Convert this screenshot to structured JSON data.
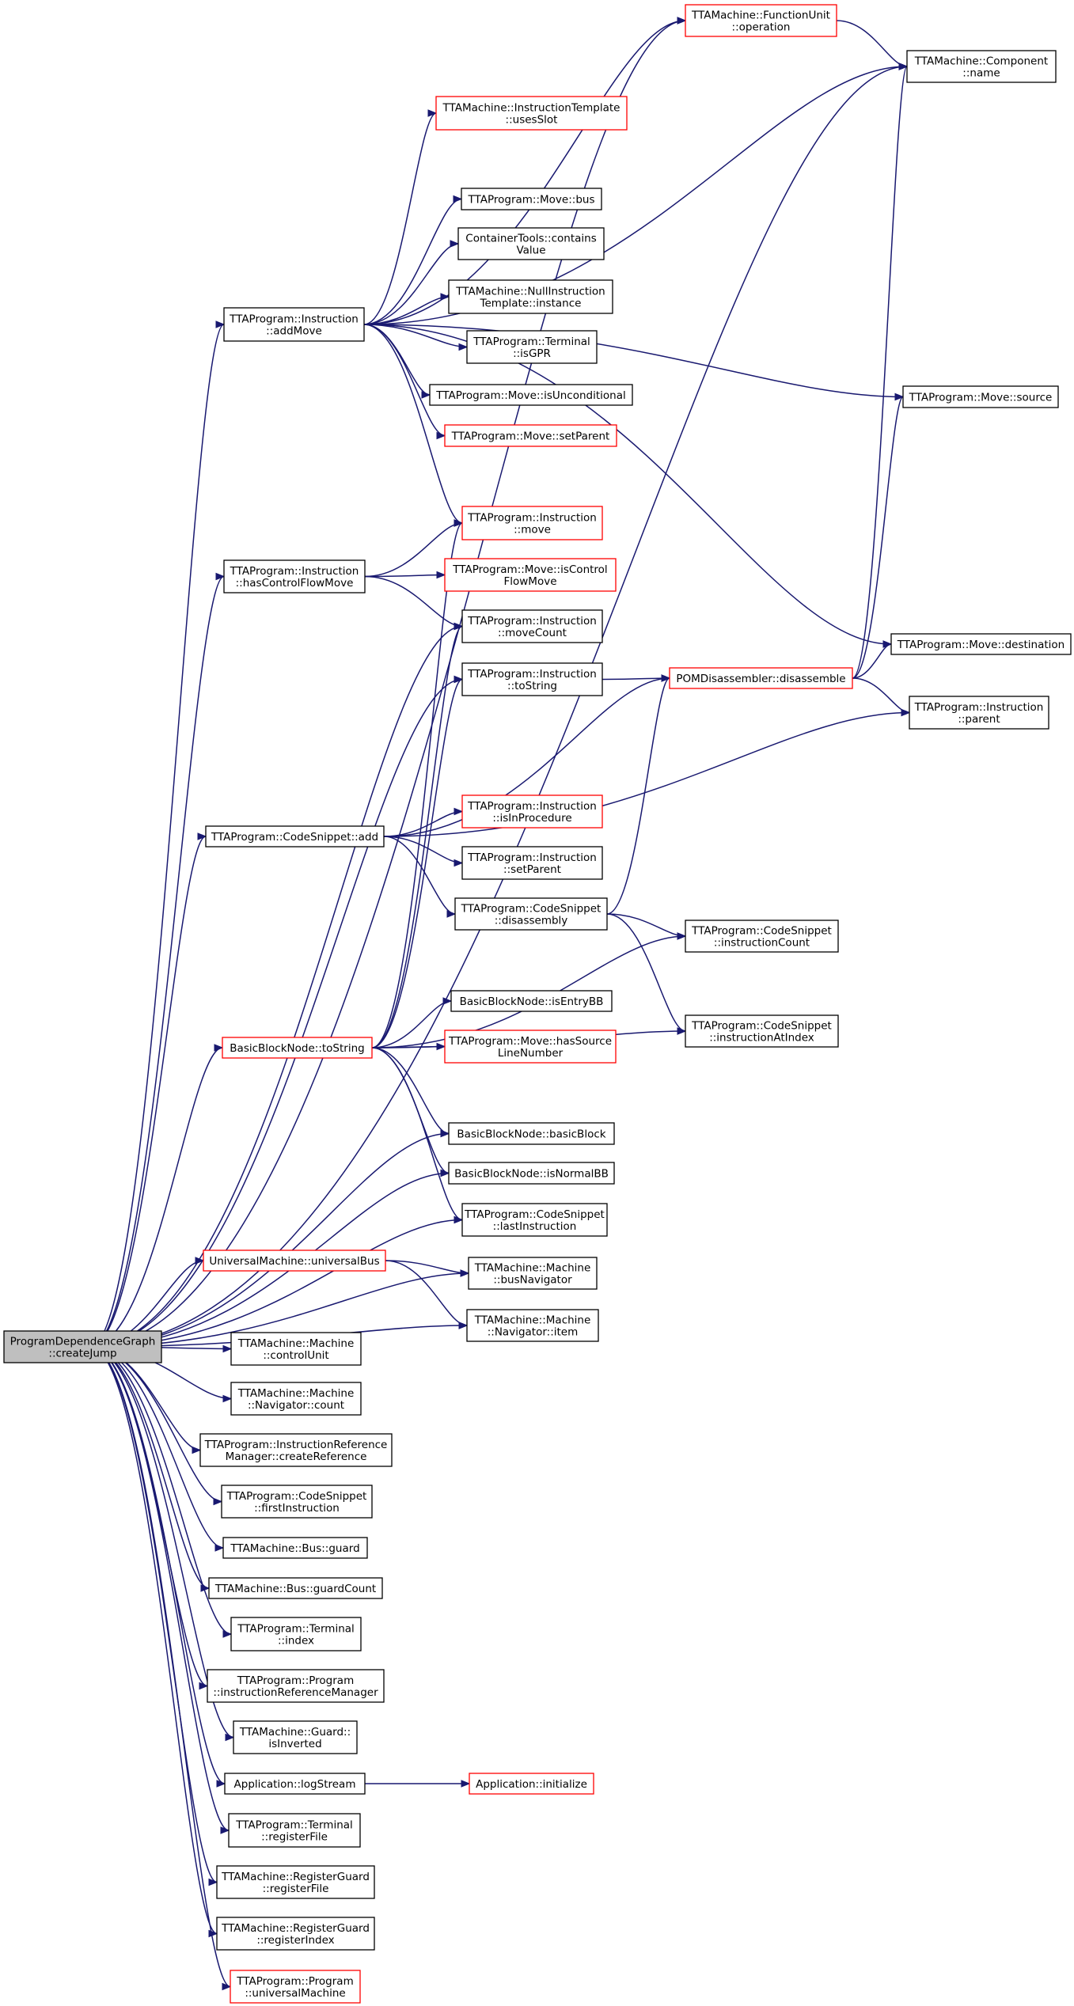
{
  "nodes": [
    {
      "id": "root",
      "lines": [
        "ProgramDependenceGraph",
        "::createJump"
      ],
      "style": "root"
    },
    {
      "id": "fu_op",
      "lines": [
        "TTAMachine::FunctionUnit",
        "::operation"
      ],
      "style": "red"
    },
    {
      "id": "comp_name",
      "lines": [
        "TTAMachine::Component",
        "::name"
      ],
      "style": "normal"
    },
    {
      "id": "it_usesslot",
      "lines": [
        "TTAMachine::InstructionTemplate",
        "::usesSlot"
      ],
      "style": "red"
    },
    {
      "id": "move_bus",
      "lines": [
        "TTAProgram::Move::bus"
      ],
      "style": "normal"
    },
    {
      "id": "ct_contains",
      "lines": [
        "ContainerTools::contains",
        "Value"
      ],
      "style": "normal"
    },
    {
      "id": "nullit",
      "lines": [
        "TTAMachine::NullInstruction",
        "Template::instance"
      ],
      "style": "normal"
    },
    {
      "id": "instr_addmove",
      "lines": [
        "TTAProgram::Instruction",
        "::addMove"
      ],
      "style": "normal"
    },
    {
      "id": "term_isgpr",
      "lines": [
        "TTAProgram::Terminal",
        "::isGPR"
      ],
      "style": "normal"
    },
    {
      "id": "move_isuncond",
      "lines": [
        "TTAProgram::Move::isUnconditional"
      ],
      "style": "normal"
    },
    {
      "id": "move_source",
      "lines": [
        "TTAProgram::Move::source"
      ],
      "style": "normal"
    },
    {
      "id": "move_setparent",
      "lines": [
        "TTAProgram::Move::setParent"
      ],
      "style": "red"
    },
    {
      "id": "instr_move",
      "lines": [
        "TTAProgram::Instruction",
        "::move"
      ],
      "style": "red"
    },
    {
      "id": "instr_hascfm",
      "lines": [
        "TTAProgram::Instruction",
        "::hasControlFlowMove"
      ],
      "style": "normal"
    },
    {
      "id": "move_iscfm",
      "lines": [
        "TTAProgram::Move::isControl",
        "FlowMove"
      ],
      "style": "red"
    },
    {
      "id": "instr_movecount",
      "lines": [
        "TTAProgram::Instruction",
        "::moveCount"
      ],
      "style": "normal"
    },
    {
      "id": "move_dest",
      "lines": [
        "TTAProgram::Move::destination"
      ],
      "style": "normal"
    },
    {
      "id": "instr_tostring",
      "lines": [
        "TTAProgram::Instruction",
        "::toString"
      ],
      "style": "normal"
    },
    {
      "id": "pom_disasm",
      "lines": [
        "POMDisassembler::disassemble"
      ],
      "style": "red"
    },
    {
      "id": "instr_parent",
      "lines": [
        "TTAProgram::Instruction",
        "::parent"
      ],
      "style": "normal"
    },
    {
      "id": "instr_isinproc",
      "lines": [
        "TTAProgram::Instruction",
        "::isInProcedure"
      ],
      "style": "red"
    },
    {
      "id": "cs_add",
      "lines": [
        "TTAProgram::CodeSnippet::add"
      ],
      "style": "normal"
    },
    {
      "id": "instr_setparent",
      "lines": [
        "TTAProgram::Instruction",
        "::setParent"
      ],
      "style": "normal"
    },
    {
      "id": "cs_disasm",
      "lines": [
        "TTAProgram::CodeSnippet",
        "::disassembly"
      ],
      "style": "normal"
    },
    {
      "id": "cs_instrcount",
      "lines": [
        "TTAProgram::CodeSnippet",
        "::instructionCount"
      ],
      "style": "normal"
    },
    {
      "id": "bbn_isentry",
      "lines": [
        "BasicBlockNode::isEntryBB"
      ],
      "style": "normal"
    },
    {
      "id": "cs_instratindex",
      "lines": [
        "TTAProgram::CodeSnippet",
        "::instructionAtIndex"
      ],
      "style": "normal"
    },
    {
      "id": "bbn_tostring",
      "lines": [
        "BasicBlockNode::toString"
      ],
      "style": "red"
    },
    {
      "id": "move_hassrcline",
      "lines": [
        "TTAProgram::Move::hasSource",
        "LineNumber"
      ],
      "style": "red"
    },
    {
      "id": "bbn_bb",
      "lines": [
        "BasicBlockNode::basicBlock"
      ],
      "style": "normal"
    },
    {
      "id": "bbn_isnormal",
      "lines": [
        "BasicBlockNode::isNormalBB"
      ],
      "style": "normal"
    },
    {
      "id": "cs_lastinstr",
      "lines": [
        "TTAProgram::CodeSnippet",
        "::lastInstruction"
      ],
      "style": "normal"
    },
    {
      "id": "um_ubus",
      "lines": [
        "UniversalMachine::universalBus"
      ],
      "style": "red"
    },
    {
      "id": "m_busnav",
      "lines": [
        "TTAMachine::Machine",
        "::busNavigator"
      ],
      "style": "normal"
    },
    {
      "id": "mnav_item",
      "lines": [
        "TTAMachine::Machine",
        "::Navigator::item"
      ],
      "style": "normal"
    },
    {
      "id": "m_cu",
      "lines": [
        "TTAMachine::Machine",
        "::controlUnit"
      ],
      "style": "normal"
    },
    {
      "id": "mnav_count",
      "lines": [
        "TTAMachine::Machine",
        "::Navigator::count"
      ],
      "style": "normal"
    },
    {
      "id": "irm_createref",
      "lines": [
        "TTAProgram::InstructionReference",
        "Manager::createReference"
      ],
      "style": "normal"
    },
    {
      "id": "cs_firstinstr",
      "lines": [
        "TTAProgram::CodeSnippet",
        "::firstInstruction"
      ],
      "style": "normal"
    },
    {
      "id": "bus_guard",
      "lines": [
        "TTAMachine::Bus::guard"
      ],
      "style": "normal"
    },
    {
      "id": "bus_guardcount",
      "lines": [
        "TTAMachine::Bus::guardCount"
      ],
      "style": "normal"
    },
    {
      "id": "term_index",
      "lines": [
        "TTAProgram::Terminal",
        "::index"
      ],
      "style": "normal"
    },
    {
      "id": "prog_irm",
      "lines": [
        "TTAProgram::Program",
        "::instructionReferenceManager"
      ],
      "style": "normal"
    },
    {
      "id": "guard_isinv",
      "lines": [
        "TTAMachine::Guard::",
        "isInverted"
      ],
      "style": "normal"
    },
    {
      "id": "app_logstream",
      "lines": [
        "Application::logStream"
      ],
      "style": "normal"
    },
    {
      "id": "app_init",
      "lines": [
        "Application::initialize"
      ],
      "style": "red"
    },
    {
      "id": "term_regfile",
      "lines": [
        "TTAProgram::Terminal",
        "::registerFile"
      ],
      "style": "normal"
    },
    {
      "id": "rg_regfile",
      "lines": [
        "TTAMachine::RegisterGuard",
        "::registerFile"
      ],
      "style": "normal"
    },
    {
      "id": "rg_regindex",
      "lines": [
        "TTAMachine::RegisterGuard",
        "::registerIndex"
      ],
      "style": "normal"
    },
    {
      "id": "prog_um",
      "lines": [
        "TTAProgram::Program",
        "::universalMachine"
      ],
      "style": "red"
    }
  ],
  "edges": [
    [
      "root",
      "fu_op"
    ],
    [
      "root",
      "comp_name"
    ],
    [
      "root",
      "instr_addmove"
    ],
    [
      "root",
      "instr_hascfm"
    ],
    [
      "root",
      "instr_movecount"
    ],
    [
      "root",
      "instr_tostring"
    ],
    [
      "root",
      "cs_add"
    ],
    [
      "root",
      "bbn_tostring"
    ],
    [
      "root",
      "bbn_bb"
    ],
    [
      "root",
      "bbn_isnormal"
    ],
    [
      "root",
      "cs_lastinstr"
    ],
    [
      "root",
      "um_ubus"
    ],
    [
      "root",
      "m_busnav"
    ],
    [
      "root",
      "mnav_item"
    ],
    [
      "root",
      "m_cu"
    ],
    [
      "root",
      "mnav_count"
    ],
    [
      "root",
      "irm_createref"
    ],
    [
      "root",
      "cs_firstinstr"
    ],
    [
      "root",
      "bus_guard"
    ],
    [
      "root",
      "bus_guardcount"
    ],
    [
      "root",
      "term_index"
    ],
    [
      "root",
      "prog_irm"
    ],
    [
      "root",
      "guard_isinv"
    ],
    [
      "root",
      "app_logstream"
    ],
    [
      "root",
      "term_regfile"
    ],
    [
      "root",
      "rg_regfile"
    ],
    [
      "root",
      "rg_regindex"
    ],
    [
      "root",
      "prog_um"
    ],
    [
      "fu_op",
      "comp_name"
    ],
    [
      "instr_addmove",
      "fu_op"
    ],
    [
      "instr_addmove",
      "comp_name"
    ],
    [
      "instr_addmove",
      "it_usesslot"
    ],
    [
      "instr_addmove",
      "move_bus"
    ],
    [
      "instr_addmove",
      "ct_contains"
    ],
    [
      "instr_addmove",
      "nullit"
    ],
    [
      "instr_addmove",
      "term_isgpr"
    ],
    [
      "instr_addmove",
      "move_isuncond"
    ],
    [
      "instr_addmove",
      "move_setparent"
    ],
    [
      "instr_addmove",
      "instr_move"
    ],
    [
      "instr_addmove",
      "move_source"
    ],
    [
      "instr_addmove",
      "move_dest"
    ],
    [
      "instr_hascfm",
      "instr_move"
    ],
    [
      "instr_hascfm",
      "move_iscfm"
    ],
    [
      "instr_hascfm",
      "instr_movecount"
    ],
    [
      "instr_tostring",
      "pom_disasm"
    ],
    [
      "pom_disasm",
      "comp_name"
    ],
    [
      "pom_disasm",
      "move_source"
    ],
    [
      "pom_disasm",
      "move_dest"
    ],
    [
      "pom_disasm",
      "instr_parent"
    ],
    [
      "cs_add",
      "pom_disasm"
    ],
    [
      "cs_add",
      "instr_parent"
    ],
    [
      "cs_add",
      "instr_isinproc"
    ],
    [
      "cs_add",
      "instr_setparent"
    ],
    [
      "cs_add",
      "cs_disasm"
    ],
    [
      "cs_disasm",
      "pom_disasm"
    ],
    [
      "cs_disasm",
      "cs_instrcount"
    ],
    [
      "cs_disasm",
      "cs_instratindex"
    ],
    [
      "bbn_tostring",
      "instr_move"
    ],
    [
      "bbn_tostring",
      "instr_movecount"
    ],
    [
      "bbn_tostring",
      "instr_tostring"
    ],
    [
      "bbn_tostring",
      "cs_instrcount"
    ],
    [
      "bbn_tostring",
      "bbn_isentry"
    ],
    [
      "bbn_tostring",
      "move_hassrcline"
    ],
    [
      "bbn_tostring",
      "cs_instratindex"
    ],
    [
      "bbn_tostring",
      "bbn_bb"
    ],
    [
      "bbn_tostring",
      "bbn_isnormal"
    ],
    [
      "bbn_tostring",
      "cs_lastinstr"
    ],
    [
      "um_ubus",
      "m_busnav"
    ],
    [
      "um_ubus",
      "mnav_item"
    ],
    [
      "app_logstream",
      "app_init"
    ]
  ]
}
